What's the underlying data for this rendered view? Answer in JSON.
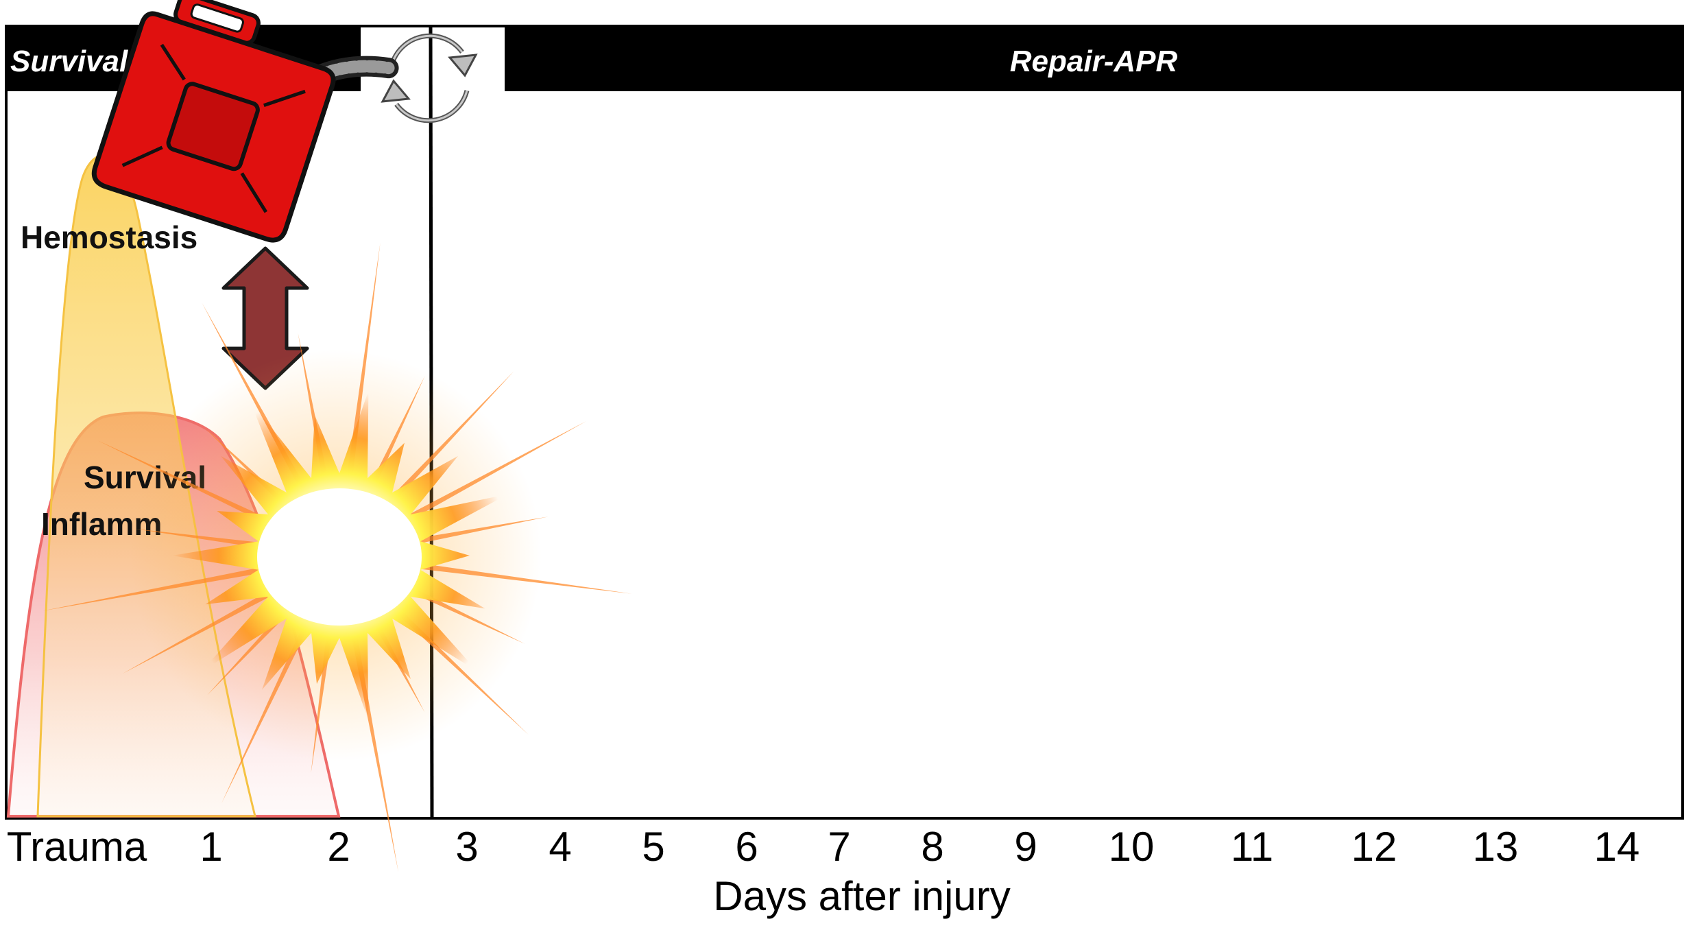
{
  "phases": {
    "survival": "Survival",
    "repair": "Repair-APR"
  },
  "curves": {
    "hemostasis": "Hemostasis",
    "inflammation_line1": "Survival",
    "inflammation_line2": "Inflamm"
  },
  "axis": {
    "xlabel": "Days after injury",
    "ticks": [
      "Trauma",
      "1",
      "2",
      "3",
      "4",
      "5",
      "6",
      "7",
      "8",
      "9",
      "10",
      "11",
      "12",
      "13",
      "14"
    ]
  },
  "icons": {
    "fuel": "fuel-can-icon",
    "cycle": "cycle-arrows-icon",
    "arrow": "double-arrow-icon",
    "explosion": "explosion-icon"
  },
  "colors": {
    "phase_bar": "#000000",
    "hemostasis": "#F9C52C",
    "inflammation": "#EE6A6A",
    "fuel_can": "#E0100F",
    "double_arrow": "#8E3535"
  }
}
